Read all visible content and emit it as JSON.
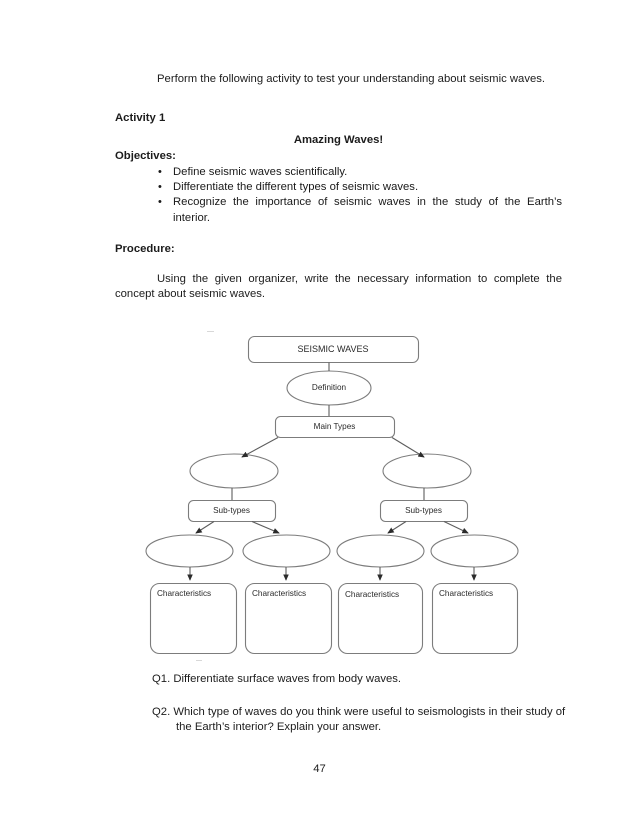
{
  "page": {
    "number": "47",
    "stroke_color": "#7c7c7c",
    "text_color": "#1c1c1c"
  },
  "intro": {
    "paragraph": "Perform the following activity to test your understanding about seismic waves."
  },
  "activity": {
    "heading": "Activity 1",
    "title": "Amazing Waves!"
  },
  "objectives": {
    "heading": "Objectives:",
    "items": [
      "Define seismic waves scientifically.",
      "Differentiate the different types of seismic waves.",
      "Recognize the importance of seismic waves in the study of the Earth’s interior."
    ],
    "bullet_glyph": "•"
  },
  "procedure": {
    "heading": "Procedure:",
    "paragraph": "Using the given organizer, write the necessary information to complete the concept about seismic waves."
  },
  "organizer": {
    "root": "SEISMIC WAVES",
    "definition": "Definition",
    "main_types": "Main Types",
    "branches": [
      {
        "type_label": "",
        "subtypes_label": "Sub-types",
        "leaves": [
          {
            "label": "",
            "characteristics": "Characteristics"
          },
          {
            "label": "",
            "characteristics": "Characteristics"
          }
        ]
      },
      {
        "type_label": "",
        "subtypes_label": "Sub-types",
        "leaves": [
          {
            "label": "",
            "characteristics": "Characteristics"
          },
          {
            "label": "",
            "characteristics": "Characteristics"
          }
        ]
      }
    ]
  },
  "questions": [
    {
      "id": "Q1.",
      "text": "Differentiate surface waves from body waves."
    },
    {
      "id": "Q2.",
      "text": "Which type of waves do you think were useful to seismologists in their study of the Earth’s interior? Explain your answer."
    }
  ]
}
